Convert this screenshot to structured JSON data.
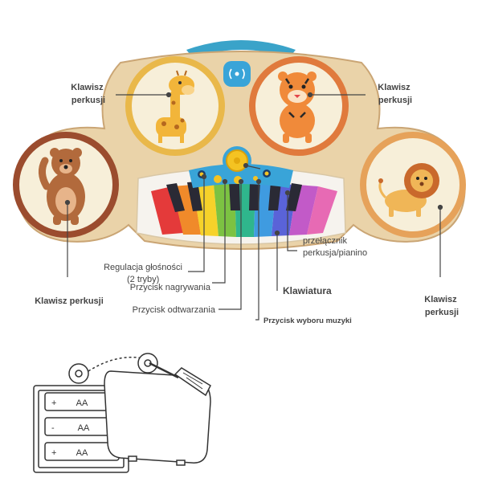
{
  "callouts": {
    "top_left": [
      "Klawisz",
      "perkusji"
    ],
    "top_right": [
      "Klawisz",
      "perkusji"
    ],
    "left": "Klawisz perkusji",
    "right": [
      "Klawisz",
      "perkusji"
    ],
    "volume": [
      "Regulacja głośności",
      "(2 tryby)"
    ],
    "record": "Przycisk nagrywania",
    "playback": "Przycisk odtwarzania",
    "keyboard": "Klawiatura",
    "music_select": "Przycisk wyboru muzyki",
    "mode_switch": [
      "przełącznik",
      "perkusja/pianino"
    ]
  },
  "battery": {
    "label": "AA",
    "plus": "+",
    "minus": "-"
  },
  "colors": {
    "wood": "#ead3a9",
    "wood_edge": "#caa574",
    "ring_yellow": "#e9b84a",
    "ring_orange": "#e07a3d",
    "ring_brown": "#9b4c2e",
    "ring_peach": "#e6a25a",
    "control_blue": "#39a4d8",
    "knob_yellow": "#f4c322"
  },
  "icons": [
    "giraffe-icon",
    "tiger-icon",
    "bear-icon",
    "lion-icon",
    "speaker-icon",
    "screwdriver-icon",
    "battery-icon"
  ]
}
